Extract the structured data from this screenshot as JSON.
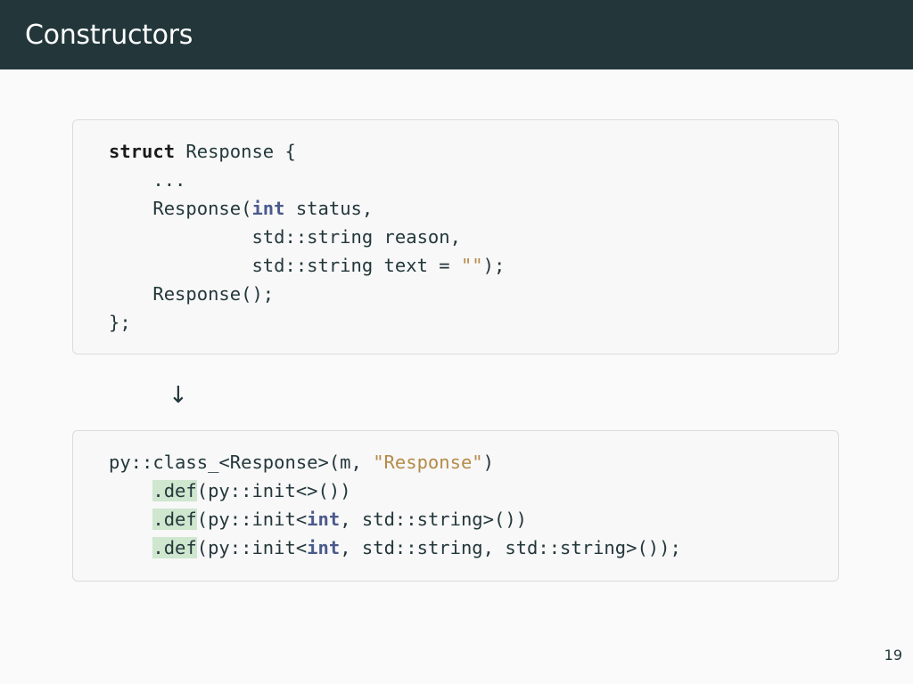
{
  "slide": {
    "title": "Constructors",
    "arrow": "↓",
    "page_number": "19"
  },
  "cpp_code": {
    "l1_kw": "struct",
    "l1_rest": " Response {",
    "l2": "    ...",
    "l3_a": "    Response(",
    "l3_int": "int",
    "l3_b": " status,",
    "l4": "             std::string reason,",
    "l5_a": "             std::string text = ",
    "l5_str": "\"\"",
    "l5_b": ");",
    "l6": "    Response();",
    "l7": "};"
  },
  "py_code": {
    "l1_a": "py::class_<Response>(m, ",
    "l1_str": "\"Response\"",
    "l1_b": ")",
    "indent": "    ",
    "def_label": ".def",
    "l2_rest": "(py::init<>())",
    "l3_a": "(py::init<",
    "l3_int": "int",
    "l3_b": ", std::string>())",
    "l4_a": "(py::init<",
    "l4_int": "int",
    "l4_b": ", std::string, std::string>());"
  }
}
